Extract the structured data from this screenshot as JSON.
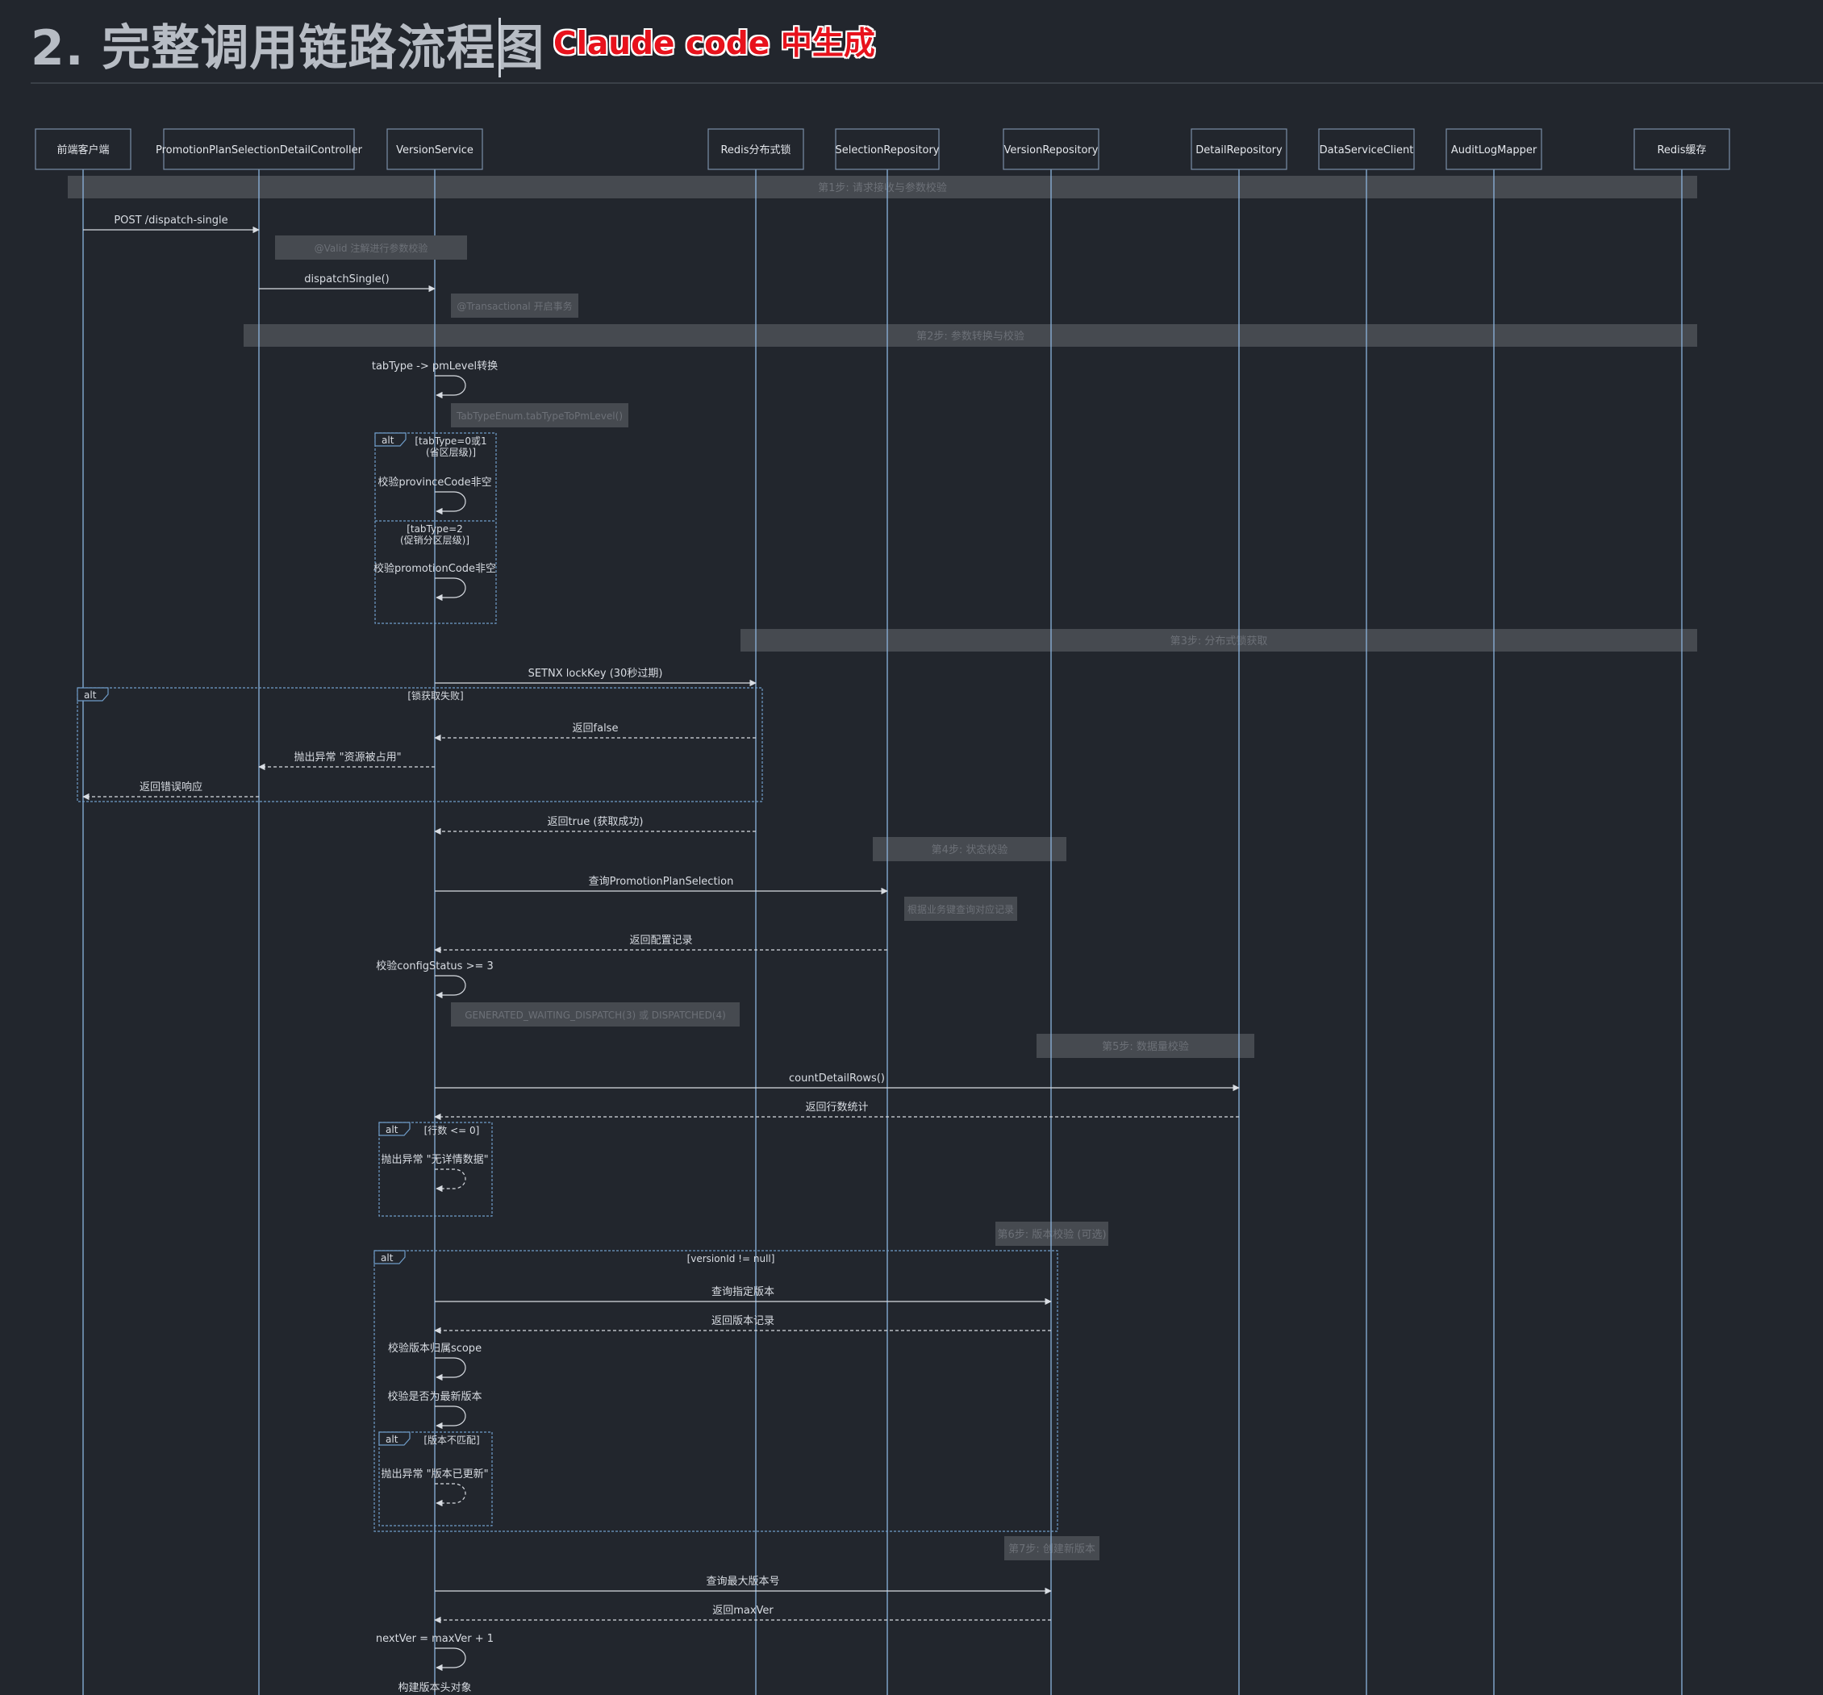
{
  "header": {
    "title": "2. 完整调用链路流程图",
    "badge": "Claude code 中生成"
  },
  "participants": [
    "前端客户端",
    "PromotionPlanSelectionDetailController",
    "VersionService",
    "Redis分布式锁",
    "SelectionRepository",
    "VersionRepository",
    "DetailRepository",
    "DataServiceClient",
    "AuditLogMapper",
    "Redis缓存"
  ],
  "step_bars": [
    "第1步: 请求接收与参数校验",
    "第2步: 参数转换与校验",
    "第3步: 分布式锁获取",
    "第4步: 状态校验",
    "第5步: 数据量校验",
    "第6步: 版本校验 (可选)",
    "第7步: 创建新版本"
  ],
  "notes": [
    "@Valid 注解进行参数校验",
    "@Transactional 开启事务",
    "TabTypeEnum.tabTypeToPmLevel()",
    "根据业务键查询对应记录",
    "GENERATED_WAITING_DISPATCH(3) 或 DISPATCHED(4)"
  ],
  "messages": {
    "post_dispatch": "POST /dispatch-single",
    "dispatch_single": "dispatchSingle()",
    "tabtype_convert": "tabType -> pmLevel转换",
    "check_province": "校验provinceCode非空",
    "check_promotion": "校验promotionCode非空",
    "setnx": "SETNX lockKey (30秒过期)",
    "return_false": "返回false",
    "throw_busy": "抛出异常 \"资源被占用\"",
    "return_error": "返回错误响应",
    "return_true": "返回true (获取成功)",
    "query_selection": "查询PromotionPlanSelection",
    "return_config": "返回配置记录",
    "check_status": "校验configStatus >= 3",
    "count_rows": "countDetailRows()",
    "return_count": "返回行数统计",
    "throw_nodata": "抛出异常 \"无详情数据\"",
    "query_version": "查询指定版本",
    "return_version": "返回版本记录",
    "check_scope": "校验版本归属scope",
    "check_latest": "校验是否为最新版本",
    "throw_updated": "抛出异常 \"版本已更新\"",
    "query_max": "查询最大版本号",
    "return_max": "返回maxVer",
    "next_ver": "nextVer = maxVer + 1",
    "build_header": "构建版本头对象"
  },
  "fragments": {
    "keyword": "alt",
    "tabtype_01_line1": "[tabType=0或1",
    "tabtype_01_line2": "(省区层级)]",
    "tabtype_2_line1": "[tabType=2",
    "tabtype_2_line2": "(促销分区层级)]",
    "lock_failed": "[锁获取失败]",
    "rows_zero": "[行数 <= 0]",
    "version_not_null": "[versionId != null]",
    "version_mismatch": "[版本不匹配]"
  },
  "colors": {
    "background": "#22262d",
    "lifeline": "#8cb4dd",
    "participant_border": "#7a8ea6",
    "step_bar": "#464a50",
    "message": "#d8dce2",
    "fragment_border": "#6f9cc8",
    "badge": "#e8121c"
  }
}
